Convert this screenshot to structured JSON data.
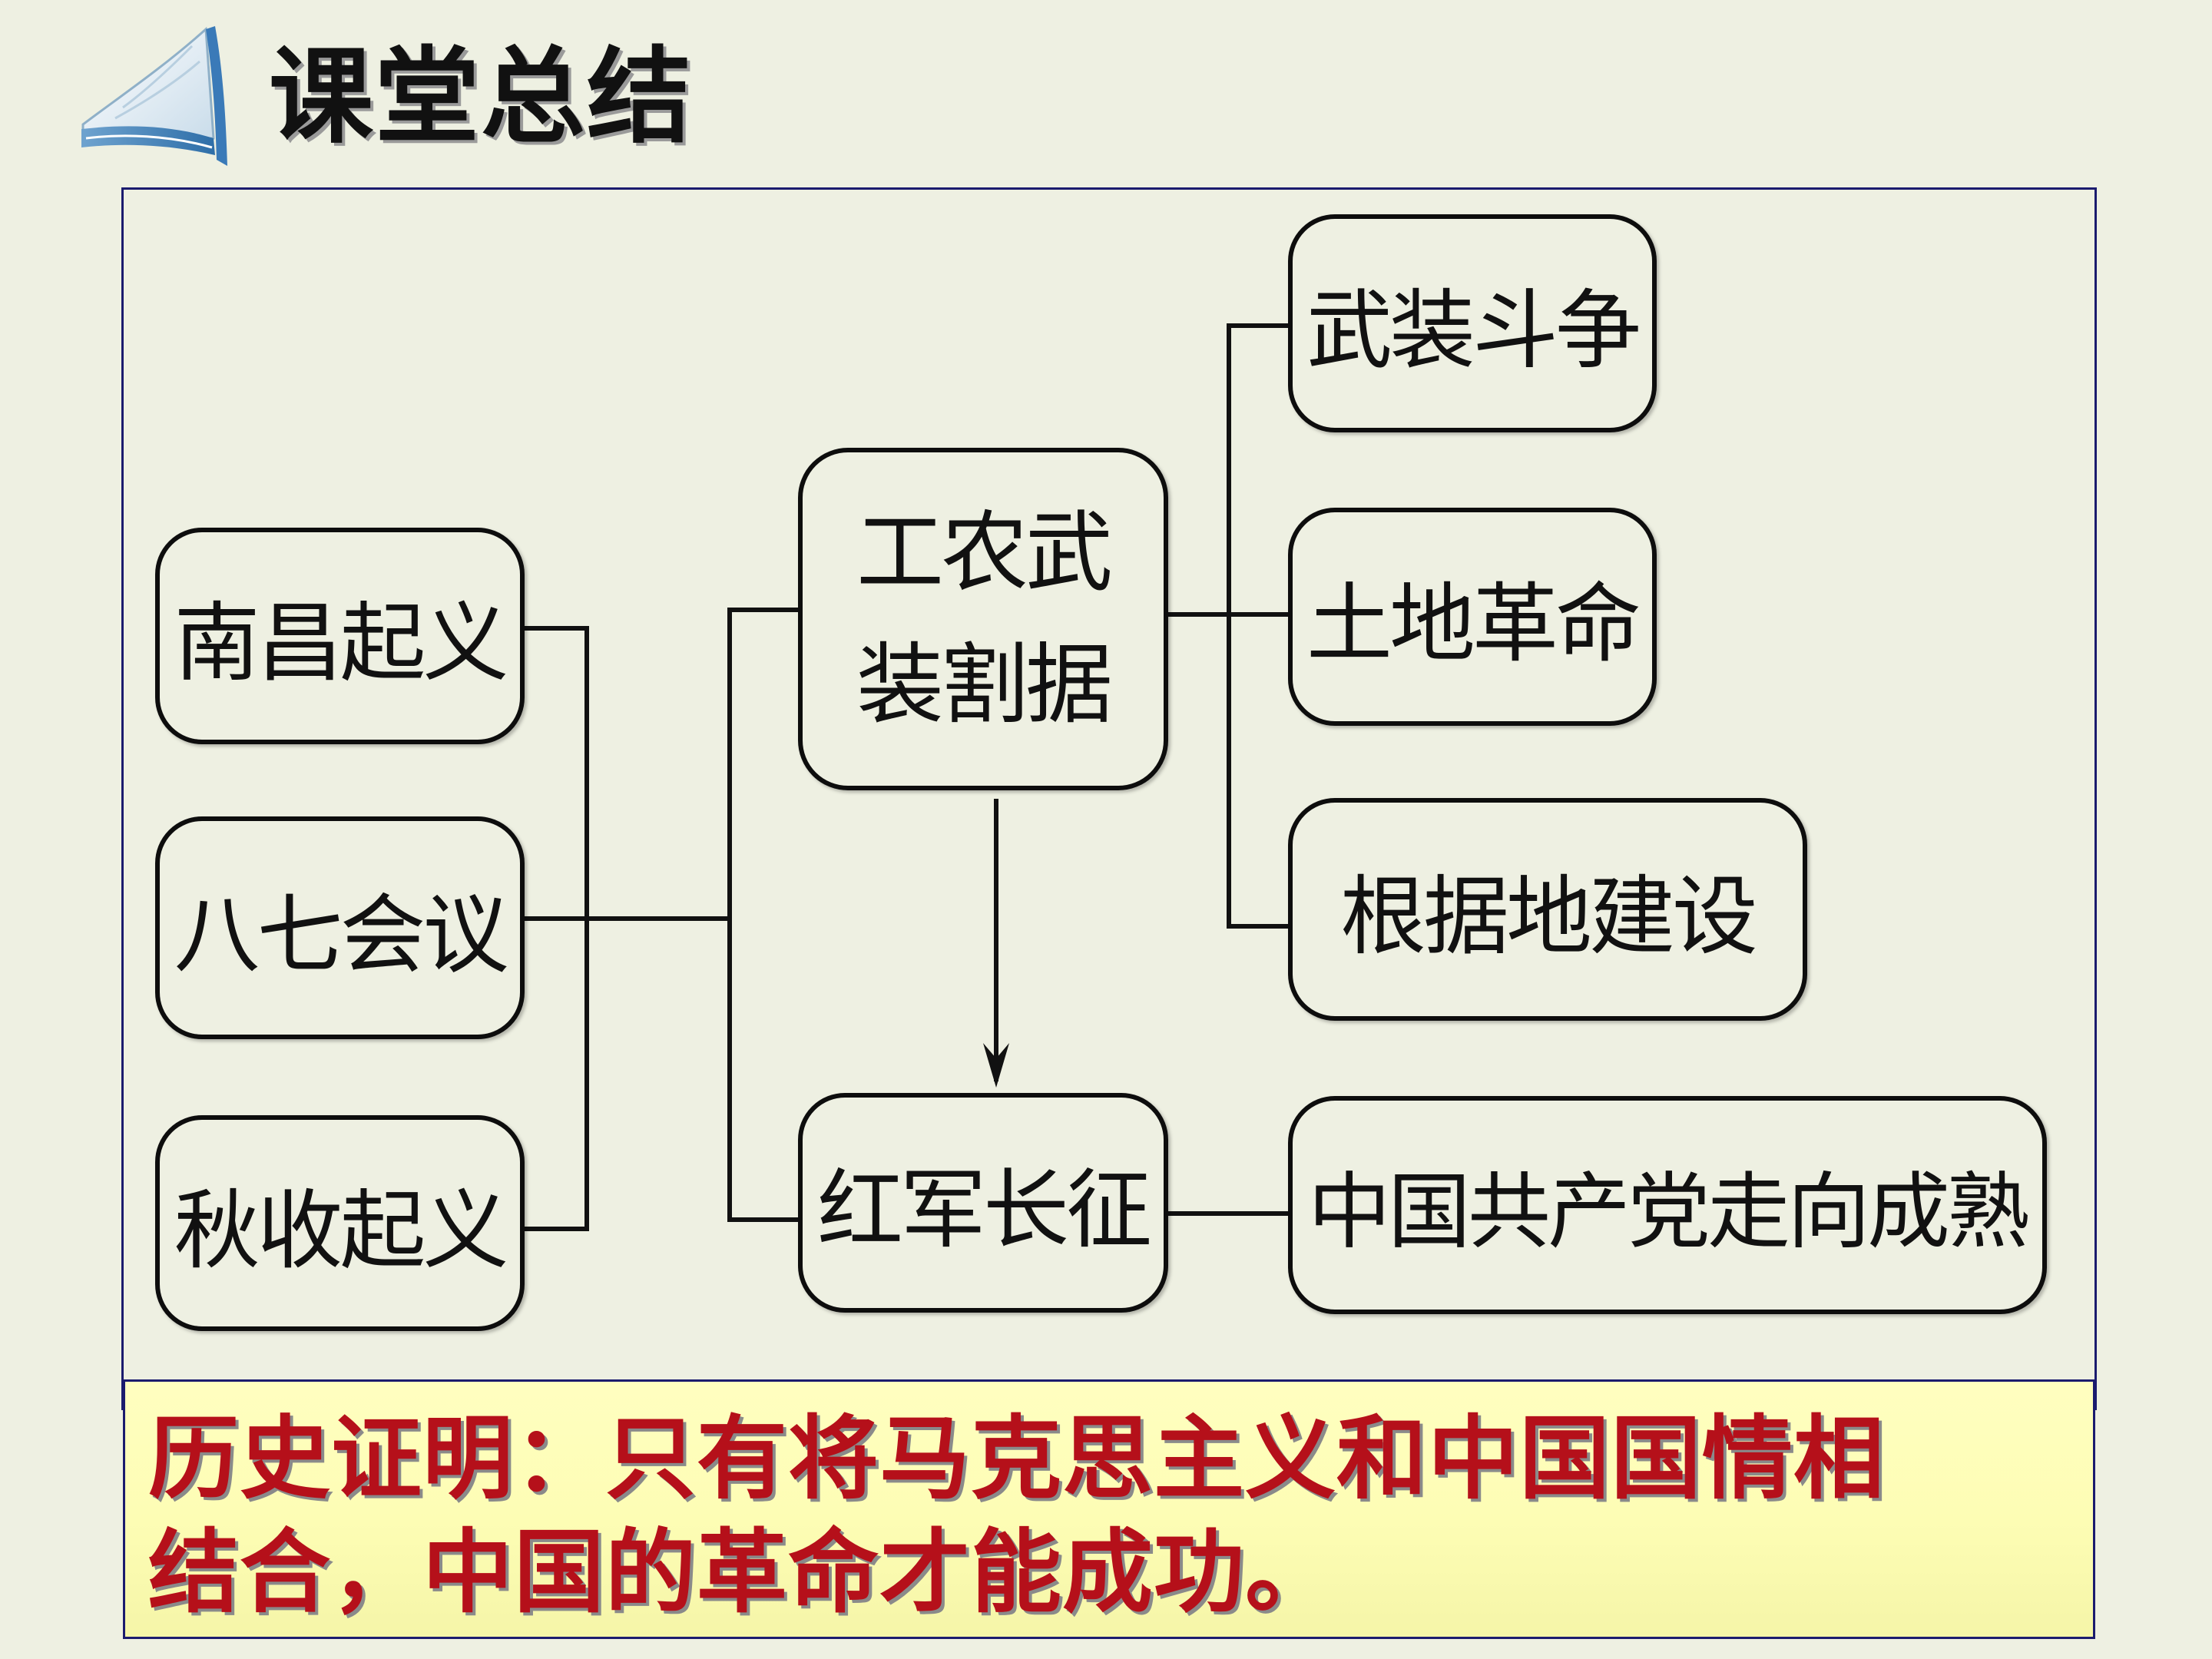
{
  "header": {
    "title": "课堂总结",
    "icon": "open-book-icon"
  },
  "diagram": {
    "nodes": {
      "nanchang": "南昌起义",
      "bayi": "八七会议",
      "qiushou": "秋收起义",
      "gongnong_line1": "工农武",
      "gongnong_line2": "装割据",
      "hongjun": "红军长征",
      "wuzhuang": "武装斗争",
      "tudi": "土地革命",
      "genjudi": "根据地建设",
      "zhongguo": "中国共产党走向成熟"
    }
  },
  "conclusion": {
    "line1": "历史证明：只有将马克思主义和中国国情相",
    "line2": "结合，中国的革命才能成功。"
  },
  "colors": {
    "background": "#eef0e2",
    "frame": "#1b1b6e",
    "conclusion_text": "#b5101a",
    "conclusion_bg": "#fdfdb4"
  }
}
